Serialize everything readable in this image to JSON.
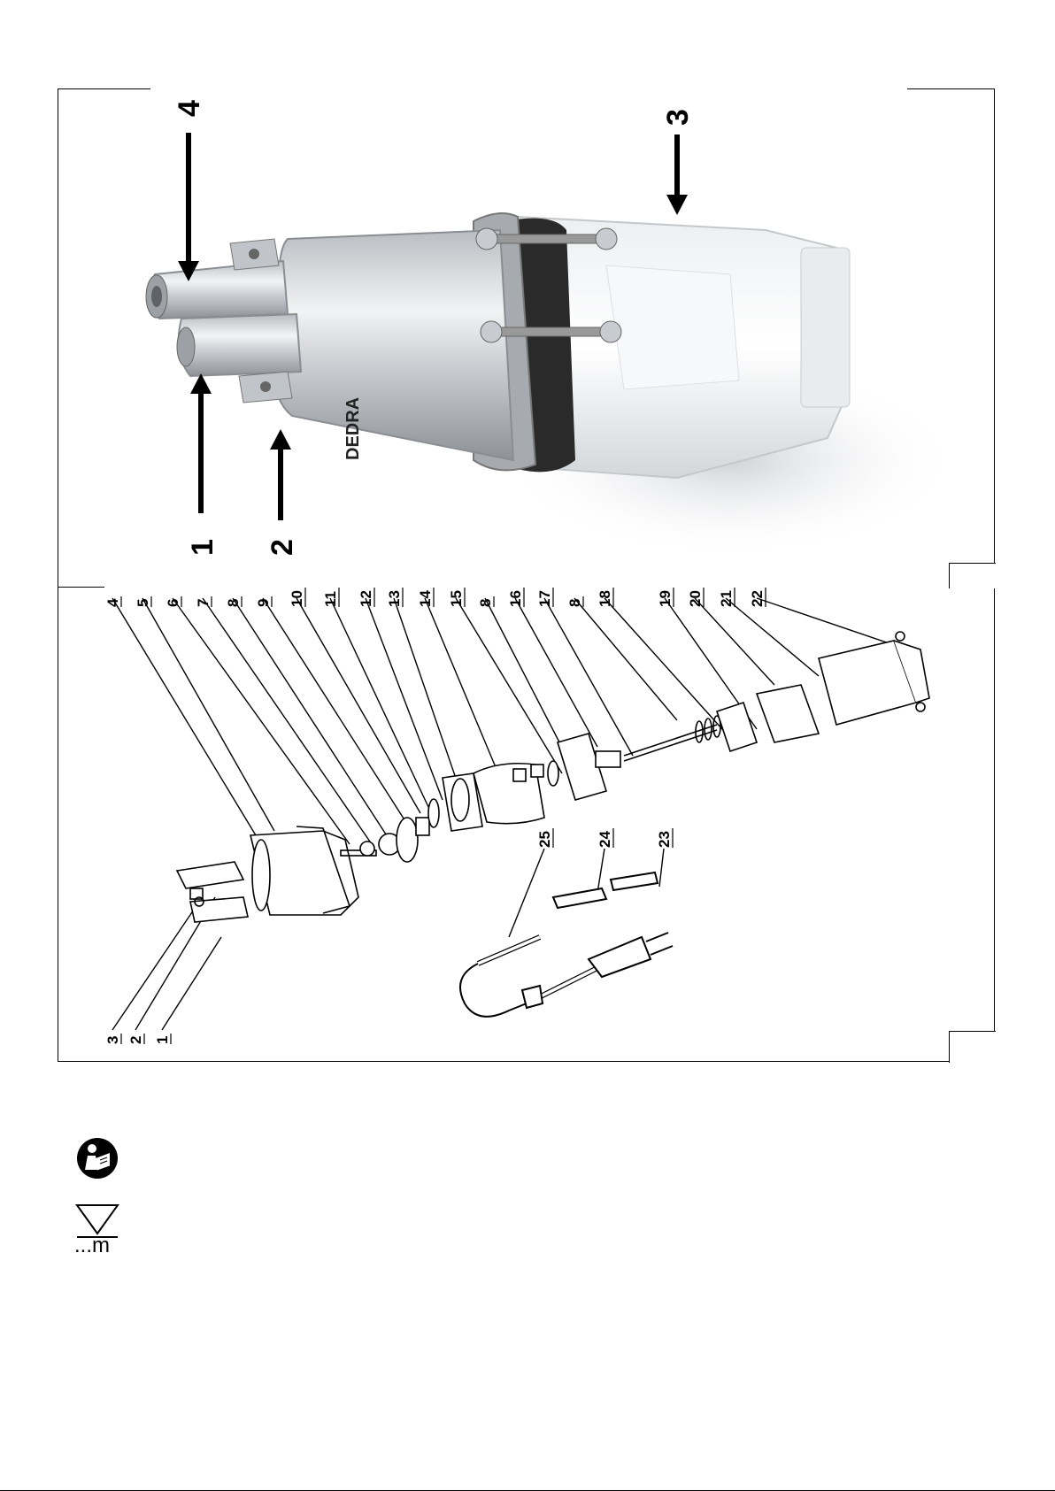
{
  "photo_callouts": [
    "4",
    "3",
    "1",
    "2"
  ],
  "photo": {
    "brand_logo": "DEDRA"
  },
  "exploded_labels_top": [
    "4",
    "5",
    "6",
    "7",
    "8",
    "9",
    "10",
    "11",
    "12",
    "13",
    "14",
    "15",
    "8",
    "16",
    "17",
    "8",
    "18",
    "19",
    "20",
    "21",
    "22"
  ],
  "exploded_labels_bottom_left": [
    "3",
    "2",
    "1"
  ],
  "exploded_labels_cable": [
    "25",
    "24",
    "23"
  ],
  "icons": {
    "manual": "read-manual-icon",
    "depth": "immersion-depth-icon",
    "depth_text": "...m"
  }
}
